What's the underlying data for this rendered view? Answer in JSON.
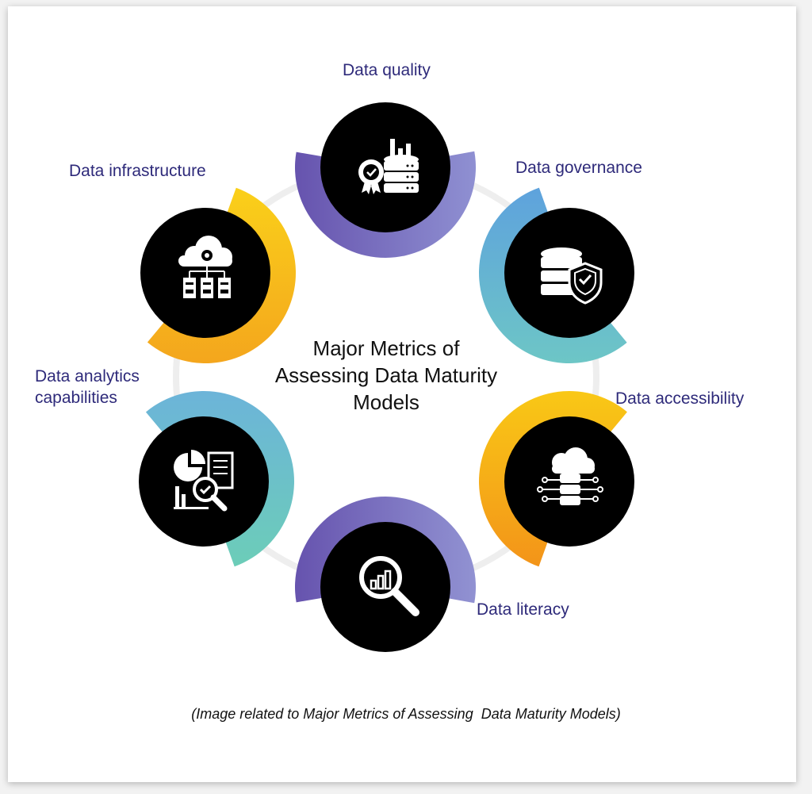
{
  "title": "Major Metrics of Assessing  Data Maturity Models",
  "title_lines": [
    "Major Metrics of",
    "Assessing  Data Maturity",
    "Models"
  ],
  "caption": "(Image related to Major Metrics of Assessing  Data Maturity Models)",
  "metrics": [
    {
      "label": "Data quality",
      "icon": "database-quality-icon",
      "colors": [
        "#6653ae",
        "#8f90d2"
      ]
    },
    {
      "label": "Data governance",
      "icon": "database-shield-icon",
      "colors": [
        "#5ea2dd",
        "#6dc6c6"
      ]
    },
    {
      "label": "Data accessibility",
      "icon": "cloud-database-icon",
      "colors": [
        "#f39419",
        "#f9c816"
      ]
    },
    {
      "label": "Data literacy",
      "icon": "magnifier-chart-icon",
      "colors": [
        "#6653ae",
        "#9192d2"
      ]
    },
    {
      "label": "Data analytics capabilities",
      "label_lines": [
        "Data analytics",
        "capabilities"
      ],
      "icon": "report-analysis-icon",
      "colors": [
        "#6cb4d9",
        "#6ccdb8"
      ]
    },
    {
      "label": "Data infrastructure",
      "icon": "cloud-network-icon",
      "colors": [
        "#fad01a",
        "#f4a61d"
      ]
    }
  ]
}
